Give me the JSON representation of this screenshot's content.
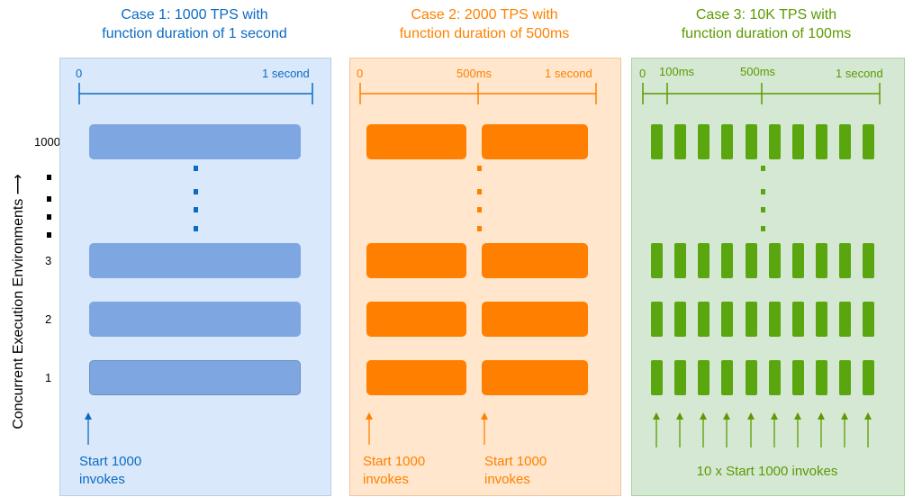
{
  "y_axis": {
    "label": "Concurrent Execution Environments",
    "ticks": [
      "1000",
      "3",
      "2",
      "1"
    ]
  },
  "colors": {
    "case1": "#0b6bc2",
    "case2": "#ff8000",
    "case3": "#5b9a00",
    "bar1": "#7ea6e0",
    "bar2": "#ff8000",
    "bar3": "#5aa60f",
    "bg1": "#dae8fc",
    "bg2": "#ffe6cc",
    "bg3": "#d5e8d4"
  },
  "cases": [
    {
      "title_line1": "Case 1: 1000 TPS with",
      "title_line2": "function duration of 1 second",
      "ticks": [
        "0",
        "1 second"
      ],
      "notes": [
        {
          "line1": "Start 1000",
          "line2": "invokes"
        }
      ]
    },
    {
      "title_line1": "Case 2: 2000 TPS with",
      "title_line2": "function duration of 500ms",
      "ticks": [
        "0",
        "500ms",
        "1 second"
      ],
      "notes": [
        {
          "line1": "Start 1000",
          "line2": "invokes"
        },
        {
          "line1": "Start 1000",
          "line2": "invokes"
        }
      ]
    },
    {
      "title_line1": "Case 3: 10K TPS with",
      "title_line2": "function duration of 100ms",
      "ticks": [
        "0",
        "100ms",
        "500ms",
        "1 second"
      ],
      "notes": [
        {
          "line1": "10 x Start 1000 invokes"
        }
      ]
    }
  ]
}
